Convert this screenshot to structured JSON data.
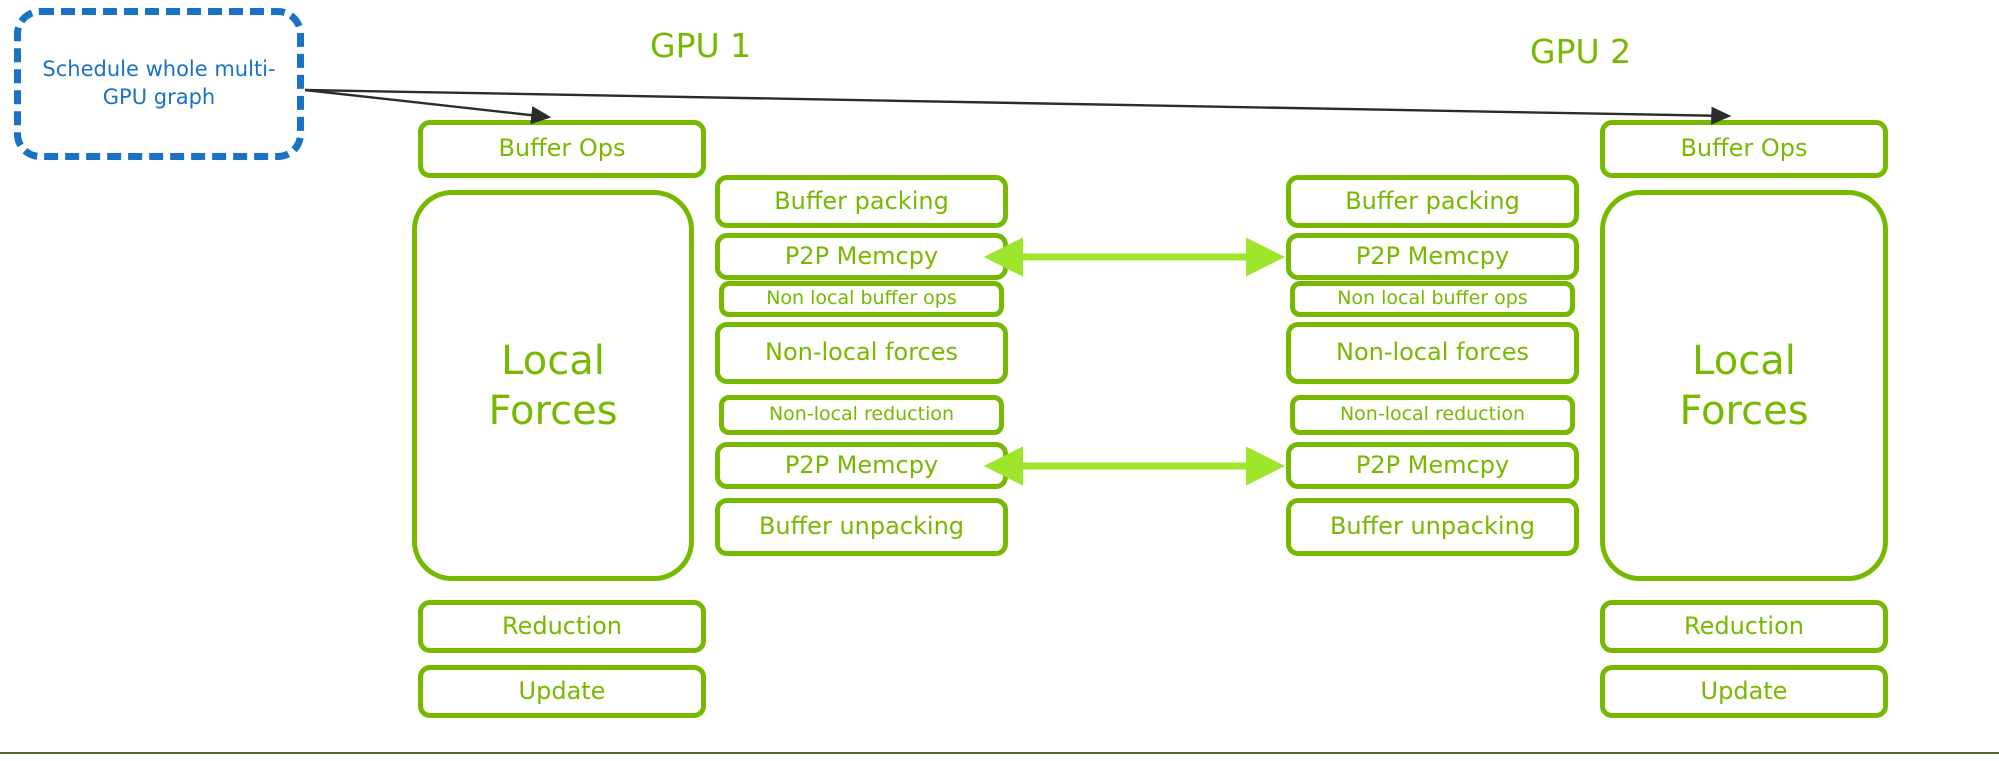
{
  "scheduler": {
    "label": "Schedule whole multi-GPU graph",
    "border_color": "#1a72c4",
    "text_color": "#1a72c4",
    "style": "dashed"
  },
  "colors": {
    "brand_green": "#76b900",
    "arrow_green": "#9ee62b",
    "scheduler_blue": "#1a72c4",
    "connector_black": "#2b2b2b",
    "rule": "#4f6b2a",
    "background": "#ffffff"
  },
  "gpus": [
    {
      "title": "GPU 1",
      "main_column": {
        "top_box": "Buffer Ops",
        "big_box_line1": "Local",
        "big_box_line2": "Forces",
        "bottom_boxes": [
          "Reduction",
          "Update"
        ]
      },
      "pipeline_column": [
        {
          "label": "Buffer packing",
          "size": "md"
        },
        {
          "label": "P2P Memcpy",
          "size": "md"
        },
        {
          "label": "Non local buffer ops",
          "size": "sm"
        },
        {
          "label": "Non-local forces",
          "size": "md"
        },
        {
          "label": "Non-local reduction",
          "size": "sm"
        },
        {
          "label": "P2P Memcpy",
          "size": "md"
        },
        {
          "label": "Buffer unpacking",
          "size": "md"
        }
      ]
    },
    {
      "title": "GPU 2",
      "main_column": {
        "top_box": "Buffer Ops",
        "big_box_line1": "Local",
        "big_box_line2": "Forces",
        "bottom_boxes": [
          "Reduction",
          "Update"
        ]
      },
      "pipeline_column": [
        {
          "label": "Buffer packing",
          "size": "md"
        },
        {
          "label": "P2P Memcpy",
          "size": "md"
        },
        {
          "label": "Non local buffer ops",
          "size": "sm"
        },
        {
          "label": "Non-local forces",
          "size": "md"
        },
        {
          "label": "Non-local reduction",
          "size": "sm"
        },
        {
          "label": "P2P Memcpy",
          "size": "md"
        },
        {
          "label": "Buffer unpacking",
          "size": "md"
        }
      ]
    }
  ],
  "connectors": {
    "scheduler_to_gpu1": "schedule-arrow-to-gpu1-buffer-ops",
    "scheduler_to_gpu2": "schedule-arrow-to-gpu2-buffer-ops",
    "p2p_link_top": "bidirectional-p2p-memcpy-link-top",
    "p2p_link_bottom": "bidirectional-p2p-memcpy-link-bottom"
  }
}
